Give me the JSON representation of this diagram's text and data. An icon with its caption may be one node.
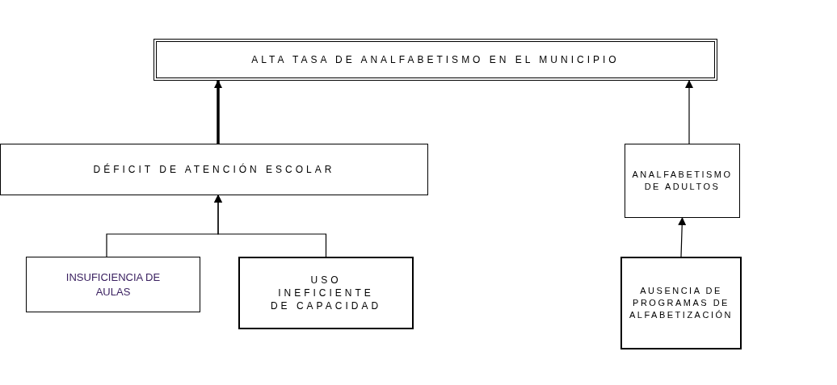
{
  "diagram": {
    "nodes": [
      {
        "text": [
          "ALTA TASA DE ANALFABETISMO EN EL MUNICIPIO"
        ]
      },
      {
        "text": [
          "DÉFICIT DE ATENCIÓN ESCOLAR"
        ]
      },
      {
        "text": [
          "ANALFABETISMO DE ADULTOS"
        ]
      },
      {
        "text": [
          "INSUFICIENCIA DE AULAS"
        ]
      },
      {
        "text": [
          "USO INEFICIENTE DE CAPACIDAD"
        ]
      },
      {
        "text": [
          "AUSENCIA DE PROGRAMAS DE ALFABETIZACIÓN"
        ]
      }
    ],
    "edges": [
      {
        "from": 1,
        "to": 0,
        "arrow": "to",
        "style": "thick"
      },
      {
        "from": 2,
        "to": 0,
        "arrow": "to"
      },
      {
        "from": 3,
        "to": 1,
        "arrow": "to"
      },
      {
        "from": 4,
        "to": 1,
        "arrow": "to"
      },
      {
        "from": 5,
        "to": 2,
        "arrow": "to"
      }
    ]
  }
}
